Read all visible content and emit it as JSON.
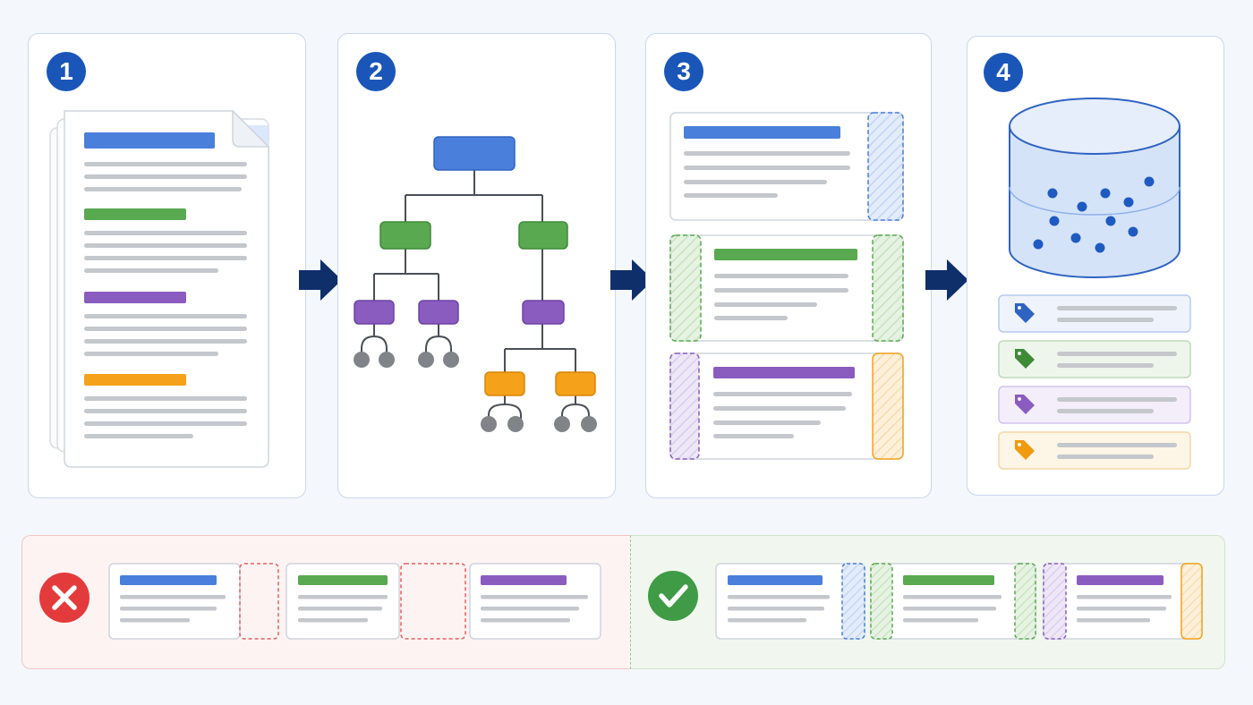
{
  "steps": [
    {
      "number": "1"
    },
    {
      "number": "2"
    },
    {
      "number": "3"
    },
    {
      "number": "4"
    }
  ],
  "colors": {
    "blue": "#4a7fdb",
    "green": "#58a94f",
    "purple": "#8a5cc0",
    "orange": "#f5a11a",
    "navy_arrow": "#0f2f6b",
    "badge": "#1a56b8",
    "error_red": "#e33b3b",
    "success_green": "#3f9b45"
  },
  "icons": {
    "bad_result": "close-icon",
    "good_result": "checkmark-icon",
    "store": "database-icon",
    "tag": "tag-icon"
  }
}
